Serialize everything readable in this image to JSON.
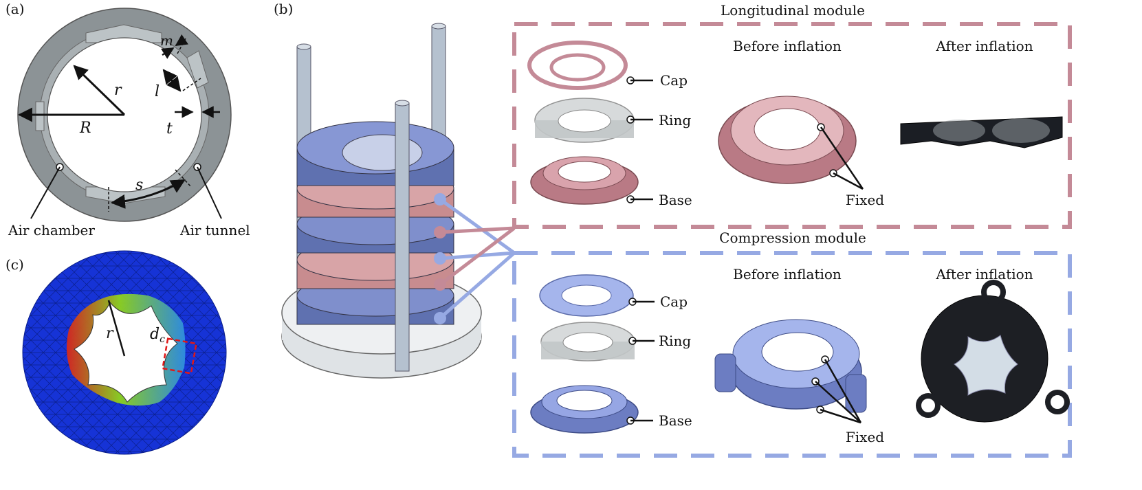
{
  "panels": {
    "a": {
      "tag": "(a)",
      "sym_r": "r",
      "sym_R": "R",
      "sym_m": "m",
      "sym_l": "l",
      "sym_t": "t",
      "sym_s": "s",
      "air_chamber": "Air chamber",
      "air_tunnel": "Air tunnel",
      "colors": {
        "outer_ring": "#8c9396",
        "inner_ring": "#a9b0b3",
        "chamber": "#bcc3c6"
      }
    },
    "b": {
      "tag": "(b)",
      "longitudinal": {
        "title": "Longitudinal module",
        "before": "Before inflation",
        "after": "After inflation",
        "cap": "Cap",
        "ring": "Ring",
        "base": "Base",
        "fixed": "Fixed",
        "color": "#c48a97"
      },
      "compression": {
        "title": "Compression module",
        "before": "Before inflation",
        "after": "After inflation",
        "cap": "Cap",
        "ring": "Ring",
        "base": "Base",
        "fixed": "Fixed",
        "color": "#96a9e3"
      }
    },
    "c": {
      "tag": "(c)",
      "sym_r": "r",
      "sym_dc_main": "d",
      "sym_dc_sub": "c",
      "colors": {
        "mesh": "#1633d6",
        "deform_hot": "#d9261c",
        "deform_mid": "#8ed21c"
      }
    }
  }
}
